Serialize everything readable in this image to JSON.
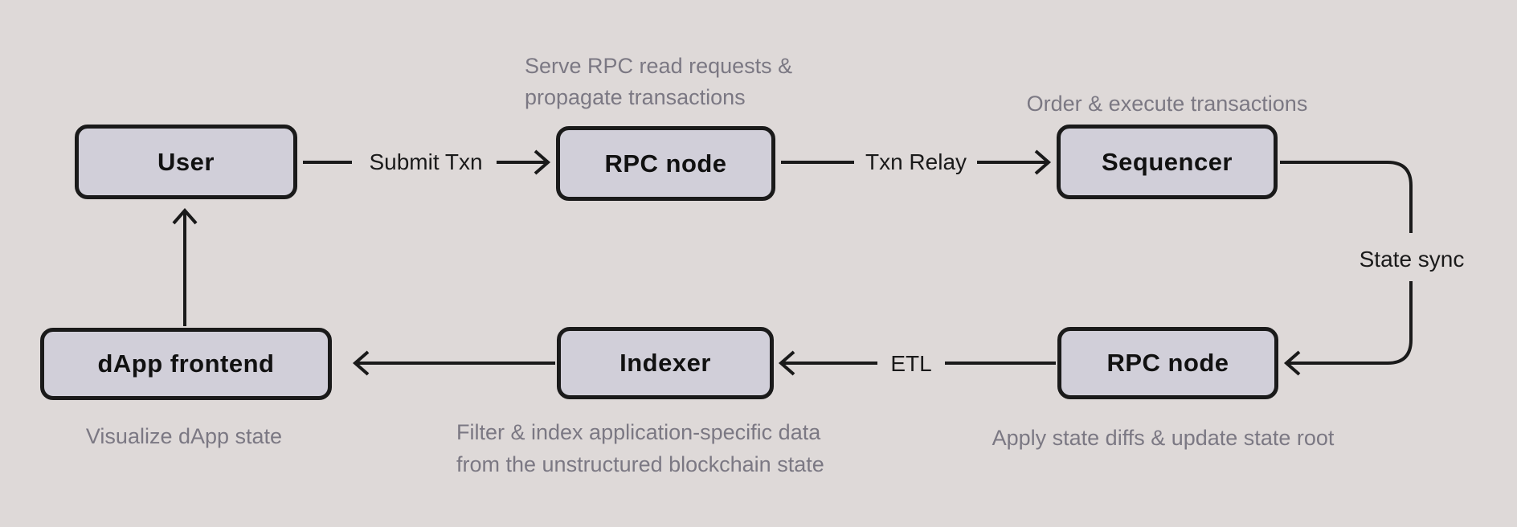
{
  "diagram": {
    "colors": {
      "background": "#ded9d8",
      "node_fill": "#d1cfd9",
      "stroke": "#1a1a1a",
      "annotation_gray": "#7b7883"
    },
    "nodes": {
      "user": {
        "label": "User"
      },
      "rpc_top": {
        "label": "RPC node"
      },
      "sequencer": {
        "label": "Sequencer"
      },
      "dapp": {
        "label": "dApp frontend"
      },
      "indexer": {
        "label": "Indexer"
      },
      "rpc_bottom": {
        "label": "RPC node"
      }
    },
    "edge_labels": {
      "submit_txn": "Submit Txn",
      "txn_relay": "Txn Relay",
      "state_sync": "State sync",
      "etl": "ETL"
    },
    "annotations": {
      "rpc_top_line1": "Serve RPC read requests &",
      "rpc_top_line2": "propagate transactions",
      "sequencer": "Order & execute transactions",
      "dapp": "Visualize dApp state",
      "indexer_line1": "Filter & index application-specific data",
      "indexer_line2": "from the unstructured blockchain state",
      "rpc_bottom": "Apply state diffs & update state root"
    }
  }
}
